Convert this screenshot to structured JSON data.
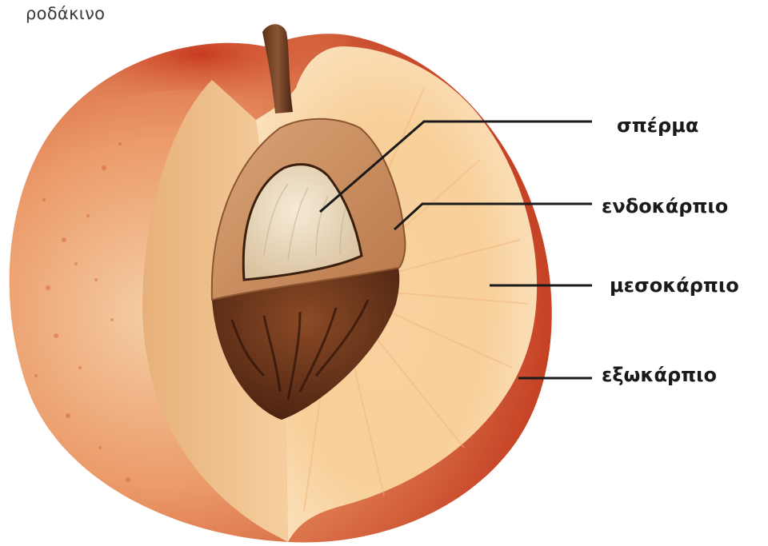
{
  "diagram": {
    "title": "ροδάκινο",
    "labels": {
      "seed": "σπέρμα",
      "endocarp": "ενδοκάρπιο",
      "mesocarp": "μεσοκάρπιο",
      "exocarp": "εξωκάρπιο"
    }
  },
  "colors": {
    "skin_dark": "#c23a1e",
    "skin_light": "#f2c79a",
    "flesh": "#f6c990",
    "flesh_light": "#fbe2bf",
    "pit_dark": "#5a2a14",
    "pit_light": "#c58a5a",
    "seed": "#efe0c8",
    "leader_line": "#1a1a1a"
  }
}
